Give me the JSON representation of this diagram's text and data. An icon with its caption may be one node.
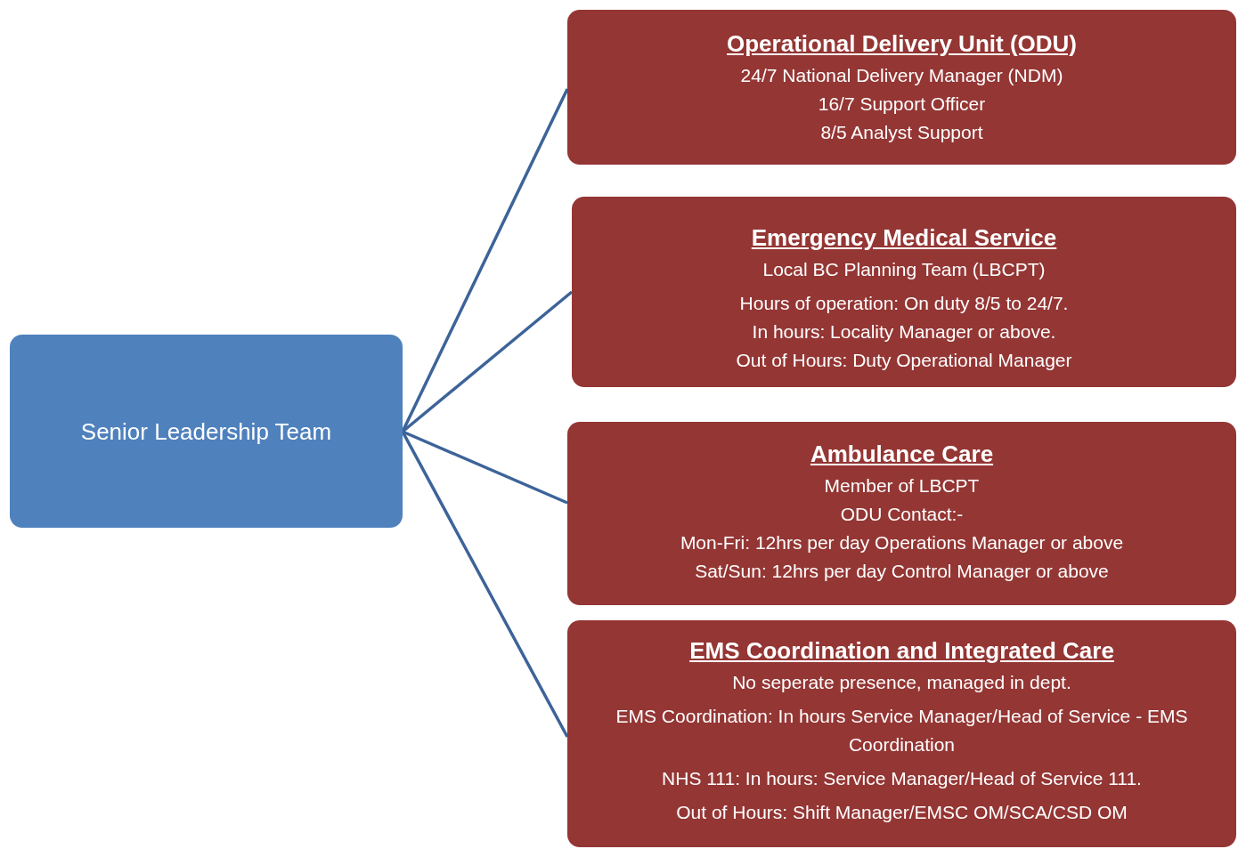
{
  "diagram": {
    "nodes": [
      {
        "text": [
          "Senior Leadership Team"
        ]
      },
      {
        "text": [
          "Operational Delivery Unit (ODU)",
          "24/7 National Delivery Manager (NDM)",
          "16/7 Support Officer",
          "8/5 Analyst Support"
        ]
      },
      {
        "text": [
          "Emergency Medical Service",
          "Local BC Planning Team (LBCPT)",
          "Hours of operation: On duty 8/5 to 24/7.",
          "In hours: Locality Manager or above.",
          "Out of Hours: Duty Operational Manager"
        ]
      },
      {
        "text": [
          "Ambulance Care",
          "Member of LBCPT",
          "ODU Contact:-",
          "Mon-Fri: 12hrs per day Operations Manager or above",
          "Sat/Sun: 12hrs per day Control Manager or above"
        ]
      },
      {
        "text": [
          "EMS Coordination and Integrated Care",
          "No seperate presence, managed in dept.",
          "EMS Coordination: In hours Service Manager/Head of Service - EMS Coordination",
          "NHS 111: In hours: Service Manager/Head of Service 111.",
          "Out of Hours: Shift Manager/EMSC OM/SCA/CSD OM"
        ]
      }
    ],
    "edges": [
      {
        "from": 0,
        "to": 1,
        "arrow": "none"
      },
      {
        "from": 0,
        "to": 2,
        "arrow": "none"
      },
      {
        "from": 0,
        "to": 3,
        "arrow": "none"
      },
      {
        "from": 0,
        "to": 4,
        "arrow": "none"
      }
    ]
  }
}
